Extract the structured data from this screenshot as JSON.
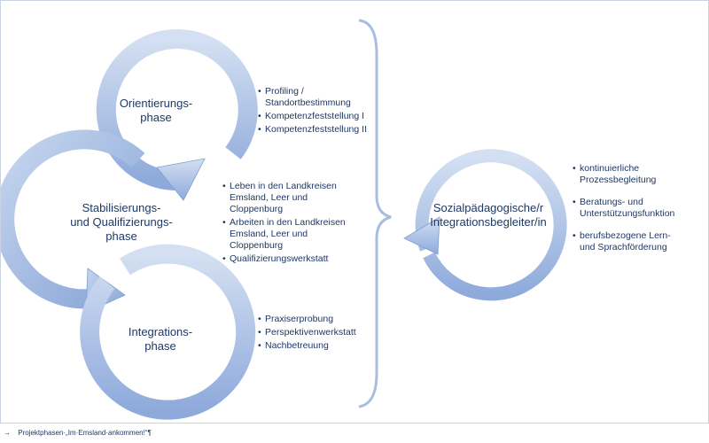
{
  "phases": {
    "orientierung": "Orientierungs-\nphase",
    "stabilisierung": "Stabilisierungs-\nund Qualifizierungs-\nphase",
    "integration": "Integrations-\nphase"
  },
  "bullets": {
    "orientierung": [
      "Profiling / Standortbestimmung",
      "Kompetenzfeststellung I",
      "Kompetenzfeststellung II"
    ],
    "stabilisierung": [
      "Leben in den Landkreisen Emsland, Leer und Cloppenburg",
      "Arbeiten in den Landkreisen Emsland, Leer und Cloppenburg",
      "Qualifizierungswerkstatt"
    ],
    "integration": [
      "Praxiserprobung",
      "Perspektivenwerkstatt",
      "Nachbetreuung"
    ],
    "begleiter": [
      "kontinuierliche Prozessbegleitung",
      "Beratungs- und Unterstützungsfunktion",
      "berufsbezogene Lern- und Sprachförderung"
    ]
  },
  "begleiter_label": "Sozialpädagogische/r\nIntegrationsbegleiter/in",
  "caption": "Projektphasen·„Im·Emsland·ankommen!“¶",
  "colors": {
    "arrow_light": "#c7d7ef",
    "arrow_dark": "#8eaadb",
    "arrow_stroke": "#7f9fd0",
    "text": "#1f3864"
  }
}
